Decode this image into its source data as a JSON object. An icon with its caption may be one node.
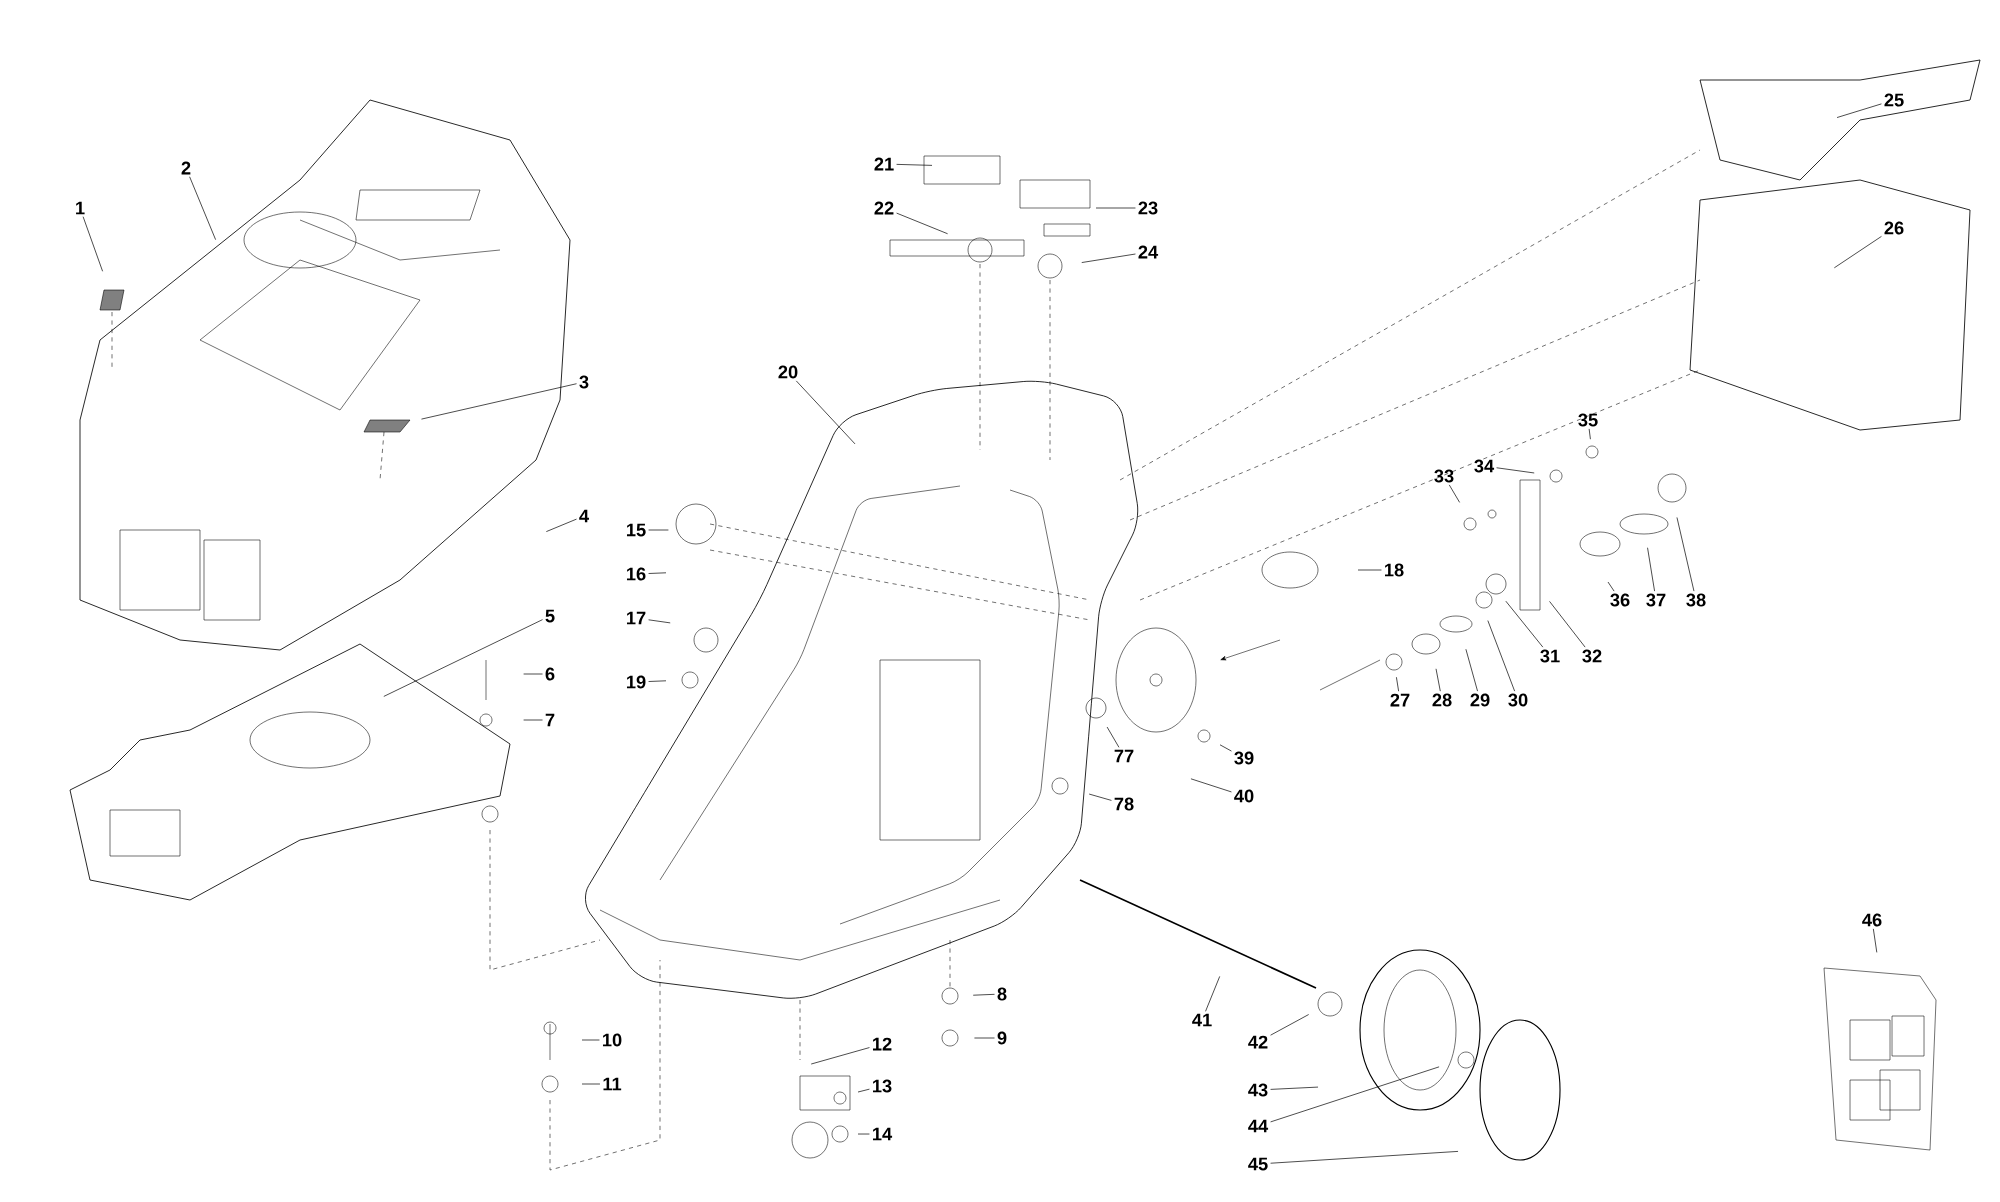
{
  "diagram": {
    "nodes": [
      {
        "text": [
          "1"
        ]
      },
      {
        "text": [
          "2"
        ]
      },
      {
        "text": [
          "3"
        ]
      },
      {
        "text": [
          "4"
        ]
      },
      {
        "text": [
          "5"
        ]
      },
      {
        "text": [
          "6"
        ]
      },
      {
        "text": [
          "7"
        ]
      },
      {
        "text": [
          "8"
        ]
      },
      {
        "text": [
          "9"
        ]
      },
      {
        "text": [
          "10"
        ]
      },
      {
        "text": [
          "11"
        ]
      },
      {
        "text": [
          "12"
        ]
      },
      {
        "text": [
          "13"
        ]
      },
      {
        "text": [
          "14"
        ]
      },
      {
        "text": [
          "15"
        ]
      },
      {
        "text": [
          "16"
        ]
      },
      {
        "text": [
          "17"
        ]
      },
      {
        "text": [
          "18"
        ]
      },
      {
        "text": [
          "19"
        ]
      },
      {
        "text": [
          "20"
        ]
      },
      {
        "text": [
          "21"
        ]
      },
      {
        "text": [
          "22"
        ]
      },
      {
        "text": [
          "23"
        ]
      },
      {
        "text": [
          "24"
        ]
      },
      {
        "text": [
          "25"
        ]
      },
      {
        "text": [
          "26"
        ]
      },
      {
        "text": [
          "27"
        ]
      },
      {
        "text": [
          "28"
        ]
      },
      {
        "text": [
          "29"
        ]
      },
      {
        "text": [
          "30"
        ]
      },
      {
        "text": [
          "31"
        ]
      },
      {
        "text": [
          "32"
        ]
      },
      {
        "text": [
          "33"
        ]
      },
      {
        "text": [
          "34"
        ]
      },
      {
        "text": [
          "35"
        ]
      },
      {
        "text": [
          "36"
        ]
      },
      {
        "text": [
          "37"
        ]
      },
      {
        "text": [
          "38"
        ]
      },
      {
        "text": [
          "39"
        ]
      },
      {
        "text": [
          "40"
        ]
      },
      {
        "text": [
          "41"
        ]
      },
      {
        "text": [
          "42"
        ]
      },
      {
        "text": [
          "43"
        ]
      },
      {
        "text": [
          "44"
        ]
      },
      {
        "text": [
          "45"
        ]
      },
      {
        "text": [
          "46"
        ]
      },
      {
        "text": [
          "77"
        ]
      },
      {
        "text": [
          "78"
        ]
      }
    ],
    "edges": [
      {
        "from": 0,
        "to": null,
        "arrow": "none"
      },
      {
        "from": 1,
        "to": null,
        "arrow": "none"
      },
      {
        "from": 2,
        "to": null,
        "arrow": "none"
      },
      {
        "from": 3,
        "to": null,
        "arrow": "none"
      },
      {
        "from": 4,
        "to": null,
        "arrow": "none"
      },
      {
        "from": 5,
        "to": null,
        "arrow": "none"
      },
      {
        "from": 6,
        "to": null,
        "arrow": "none"
      },
      {
        "from": 7,
        "to": null,
        "arrow": "none"
      },
      {
        "from": 8,
        "to": null,
        "arrow": "none"
      },
      {
        "from": 9,
        "to": null,
        "arrow": "none"
      },
      {
        "from": 10,
        "to": null,
        "arrow": "none"
      },
      {
        "from": 11,
        "to": null,
        "arrow": "none"
      },
      {
        "from": 12,
        "to": null,
        "arrow": "none"
      },
      {
        "from": 13,
        "to": null,
        "arrow": "none"
      },
      {
        "from": 14,
        "to": null,
        "arrow": "none"
      },
      {
        "from": 15,
        "to": null,
        "arrow": "none"
      },
      {
        "from": 16,
        "to": null,
        "arrow": "none"
      },
      {
        "from": 17,
        "to": null,
        "arrow": "none"
      },
      {
        "from": 18,
        "to": null,
        "arrow": "none"
      },
      {
        "from": 19,
        "to": null,
        "arrow": "none"
      },
      {
        "from": 20,
        "to": null,
        "arrow": "none"
      },
      {
        "from": 21,
        "to": null,
        "arrow": "none"
      },
      {
        "from": 22,
        "to": null,
        "arrow": "none"
      },
      {
        "from": 23,
        "to": null,
        "arrow": "none"
      },
      {
        "from": 24,
        "to": null,
        "arrow": "none"
      },
      {
        "from": 25,
        "to": null,
        "arrow": "none"
      },
      {
        "from": 26,
        "to": null,
        "arrow": "none"
      },
      {
        "from": 27,
        "to": null,
        "arrow": "none"
      },
      {
        "from": 28,
        "to": null,
        "arrow": "none"
      },
      {
        "from": 29,
        "to": null,
        "arrow": "none"
      },
      {
        "from": 30,
        "to": null,
        "arrow": "none"
      },
      {
        "from": 31,
        "to": null,
        "arrow": "none"
      },
      {
        "from": 32,
        "to": null,
        "arrow": "none"
      },
      {
        "from": 33,
        "to": null,
        "arrow": "none"
      },
      {
        "from": 34,
        "to": null,
        "arrow": "none"
      },
      {
        "from": 35,
        "to": null,
        "arrow": "none"
      },
      {
        "from": 36,
        "to": null,
        "arrow": "none"
      },
      {
        "from": 37,
        "to": null,
        "arrow": "none"
      },
      {
        "from": 38,
        "to": null,
        "arrow": "none"
      },
      {
        "from": 39,
        "to": null,
        "arrow": "none"
      },
      {
        "from": 40,
        "to": null,
        "arrow": "none"
      },
      {
        "from": 41,
        "to": null,
        "arrow": "none"
      },
      {
        "from": 42,
        "to": null,
        "arrow": "none"
      },
      {
        "from": 43,
        "to": null,
        "arrow": "none"
      },
      {
        "from": 44,
        "to": null,
        "arrow": "none"
      },
      {
        "from": 45,
        "to": null,
        "arrow": "none"
      },
      {
        "from": 46,
        "to": null,
        "arrow": "none"
      },
      {
        "from": 47,
        "to": null,
        "arrow": "none"
      }
    ]
  }
}
